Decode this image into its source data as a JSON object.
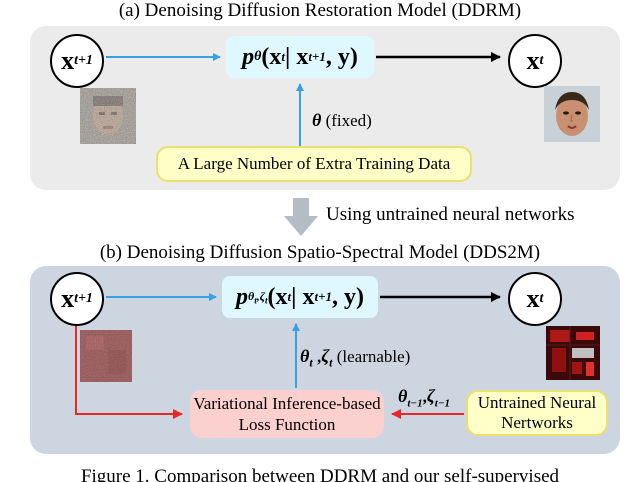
{
  "panel_a": {
    "title": "(a) Denoising Diffusion Restoration Model (DDRM)",
    "node_in": {
      "base": "x",
      "sub": "t+1"
    },
    "node_out": {
      "base": "x",
      "sub": "t"
    },
    "model": {
      "p": "p",
      "p_sub": "θ",
      "args": "(x",
      "args_sub": "t",
      "cond": " | x",
      "cond_sub": "t+1",
      "tail": ", y)"
    },
    "theta_label": {
      "sym": "θ",
      "text": " (fixed)"
    },
    "data_box": "A Large Number of Extra Training Data"
  },
  "transition": {
    "text": "Using untrained neural networks"
  },
  "panel_b": {
    "title": "(b) Denoising Diffusion Spatio-Spectral Model (DDS2M)",
    "node_in": {
      "base": "x",
      "sub": "t+1"
    },
    "node_out": {
      "base": "x",
      "sub": "t"
    },
    "model": {
      "p": "p",
      "p_sub": "θ",
      "p_sub_sub1": "t",
      "p_sub2": ",ζ",
      "p_sub_sub2": "t",
      "args": "(x",
      "args_sub": "t",
      "cond": " | x",
      "cond_sub": "t+1",
      "tail": ", y)"
    },
    "learn_label": {
      "sym1": "θ",
      "sub1": "t",
      "sep": " ,",
      "sym2": "ζ",
      "sub2": "t",
      "text": " (learnable)"
    },
    "prev_label": {
      "sym1": "θ",
      "sub1": "t−1",
      "sep": ",",
      "sym2": "ζ",
      "sub2": "t−1"
    },
    "loss_box": {
      "line1": "Variational Inference-based",
      "line2": "Loss Function"
    },
    "net_box": {
      "line1": "Untrained Neural",
      "line2": "Nertworks"
    }
  },
  "caption_fragment": "Figure 1. Comparison between DDRM and our self-supervised",
  "colors": {
    "panel_a_bg": "#ebebeb",
    "panel_b_bg": "#cdd6e0",
    "blue_arrow": "#3aa0e6",
    "red_arrow": "#e82828",
    "cyan_box": "#dff8ff",
    "yellow_box": "#ffffc8",
    "pink_box": "#fdd0d0"
  },
  "icons": [
    "noisy-face-thumbnail",
    "clean-face-thumbnail",
    "noisy-hsi-thumbnail",
    "clean-hsi-thumbnail",
    "down-arrow-icon"
  ]
}
